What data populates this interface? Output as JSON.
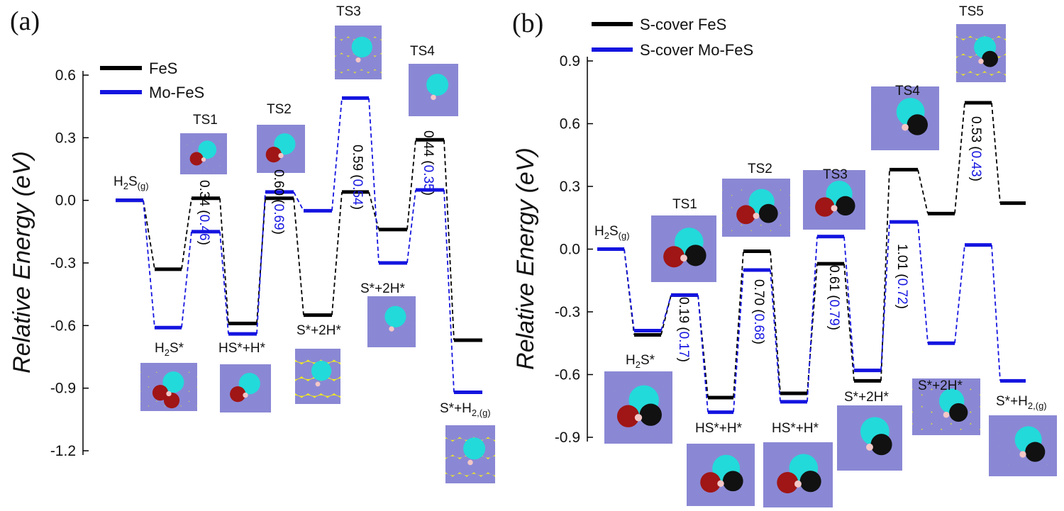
{
  "panel_a": {
    "label": "(a)",
    "ylabel": "Relative Energy (eV)"
  },
  "panel_b": {
    "label": "(b)",
    "ylabel": "Relative Energy (eV)"
  },
  "colors": {
    "black_series": "#000000",
    "blue_series": "#1414e0",
    "S_yellow": "#f2ea1e",
    "Fe_purple": "#8a88d4",
    "Mo_cyan": "#22dada",
    "O_red": "#a01515",
    "C_black": "#111111",
    "H_pink": "#f4c6c6"
  },
  "chart_data": [
    {
      "type": "line",
      "subtype": "energy-profile",
      "panel": "(a)",
      "ylabel": "Relative Energy (eV)",
      "ylim": [
        -1.2,
        0.6
      ],
      "yticks": [
        "0.6",
        "0.3",
        "0.0",
        "-0.3",
        "-0.6",
        "-0.9",
        "-1.2"
      ],
      "steps": [
        {
          "id": "H2S_g",
          "label": "H2S(g)"
        },
        {
          "id": "H2S_ads",
          "label": "H2S*"
        },
        {
          "id": "TS1",
          "label": "TS1"
        },
        {
          "id": "HS_H",
          "label": "HS*+H*"
        },
        {
          "id": "TS2",
          "label": "TS2"
        },
        {
          "id": "S_2H",
          "label": "S*+2H*"
        },
        {
          "id": "TS3",
          "label": "TS3"
        },
        {
          "id": "S_2H_b",
          "label": "S*+2H*"
        },
        {
          "id": "TS4",
          "label": "TS4"
        },
        {
          "id": "S_H2g",
          "label": "S*+H2,(g)"
        }
      ],
      "series": [
        {
          "name": "FeS",
          "color": "#000000",
          "values": [
            0.0,
            -0.33,
            0.01,
            -0.59,
            0.01,
            -0.55,
            0.04,
            -0.14,
            0.29,
            -0.67
          ]
        },
        {
          "name": "Mo-FeS",
          "color": "#1414e0",
          "values": [
            0.0,
            -0.61,
            -0.15,
            -0.64,
            0.04,
            -0.05,
            0.49,
            -0.3,
            0.05,
            -0.92
          ]
        }
      ],
      "barriers": [
        {
          "black": "0.34",
          "blue": "0.46"
        },
        {
          "black": "0.60",
          "blue": "0.69"
        },
        {
          "black": "0.59",
          "blue": "0.54"
        },
        {
          "black": "0.44",
          "blue": "0.35"
        }
      ]
    },
    {
      "type": "line",
      "subtype": "energy-profile",
      "panel": "(b)",
      "ylabel": "Relative Energy (eV)",
      "ylim": [
        -0.9,
        0.9
      ],
      "yticks": [
        "0.9",
        "0.6",
        "0.3",
        "0.0",
        "-0.3",
        "-0.6",
        "-0.9"
      ],
      "steps": [
        {
          "id": "H2S_g",
          "label": "H2S(g)"
        },
        {
          "id": "H2S_ads",
          "label": "H2S*"
        },
        {
          "id": "TS1",
          "label": "TS1"
        },
        {
          "id": "HS_H",
          "label": "HS*+H*"
        },
        {
          "id": "TS2",
          "label": "TS2"
        },
        {
          "id": "HS_H_b",
          "label": "HS*+H*"
        },
        {
          "id": "TS3",
          "label": "TS3"
        },
        {
          "id": "S_2H",
          "label": "S*+2H*"
        },
        {
          "id": "TS4",
          "label": "TS4"
        },
        {
          "id": "S_2H_b",
          "label": "S*+2H*"
        },
        {
          "id": "TS5",
          "label": "TS5"
        },
        {
          "id": "S_H2g",
          "label": "S*+H2,(g)"
        }
      ],
      "series": [
        {
          "name": "S-cover FeS",
          "color": "#000000",
          "values": [
            0.0,
            -0.41,
            -0.22,
            -0.71,
            -0.01,
            -0.69,
            -0.07,
            -0.63,
            0.38,
            0.17,
            0.7,
            0.22
          ]
        },
        {
          "name": "S-cover Mo-FeS",
          "color": "#1414e0",
          "values": [
            0.0,
            -0.39,
            -0.22,
            -0.78,
            -0.1,
            -0.73,
            0.06,
            -0.58,
            0.13,
            -0.45,
            0.02,
            -0.63
          ]
        }
      ],
      "barriers": [
        {
          "black": "0.19",
          "blue": "0.17"
        },
        {
          "black": "0.70",
          "blue": "0.68"
        },
        {
          "black": "0.61",
          "blue": "0.79"
        },
        {
          "black": "1.01",
          "blue": "0.72"
        },
        {
          "black": "0.53",
          "blue": "0.43"
        }
      ]
    }
  ]
}
